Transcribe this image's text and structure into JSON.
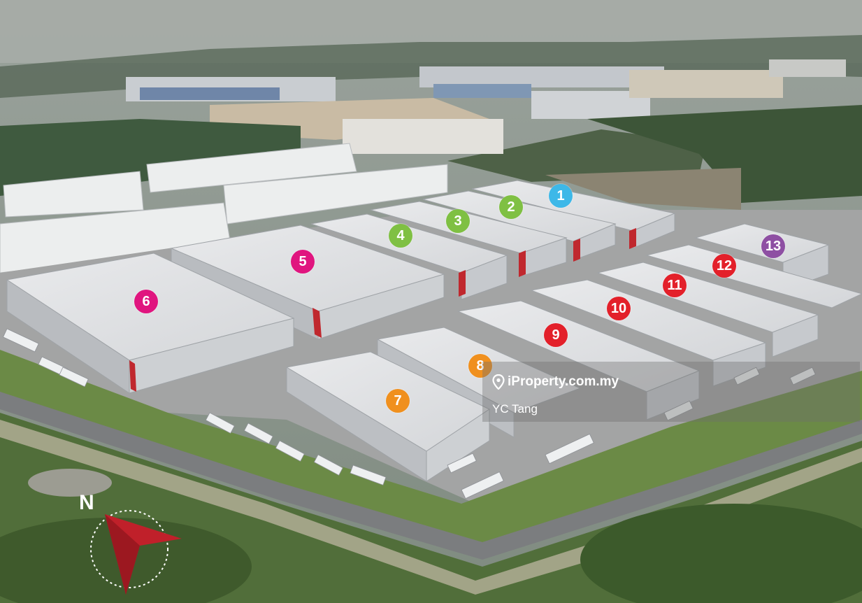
{
  "markers": [
    {
      "label": "1",
      "color": "#3db8e8"
    },
    {
      "label": "2",
      "color": "#7fc043"
    },
    {
      "label": "3",
      "color": "#7fc043"
    },
    {
      "label": "4",
      "color": "#7fc043"
    },
    {
      "label": "5",
      "color": "#e0157f"
    },
    {
      "label": "6",
      "color": "#e0157f"
    },
    {
      "label": "7",
      "color": "#f0901e"
    },
    {
      "label": "8",
      "color": "#f0901e"
    },
    {
      "label": "9",
      "color": "#e3202a"
    },
    {
      "label": "10",
      "color": "#e3202a"
    },
    {
      "label": "11",
      "color": "#e3202a"
    },
    {
      "label": "12",
      "color": "#e3202a"
    },
    {
      "label": "13",
      "color": "#8e4fa3"
    }
  ],
  "compass": {
    "label": "N",
    "color": "#c0202a"
  },
  "watermark": {
    "site": "iProperty.com.my",
    "author": "YC Tang"
  }
}
